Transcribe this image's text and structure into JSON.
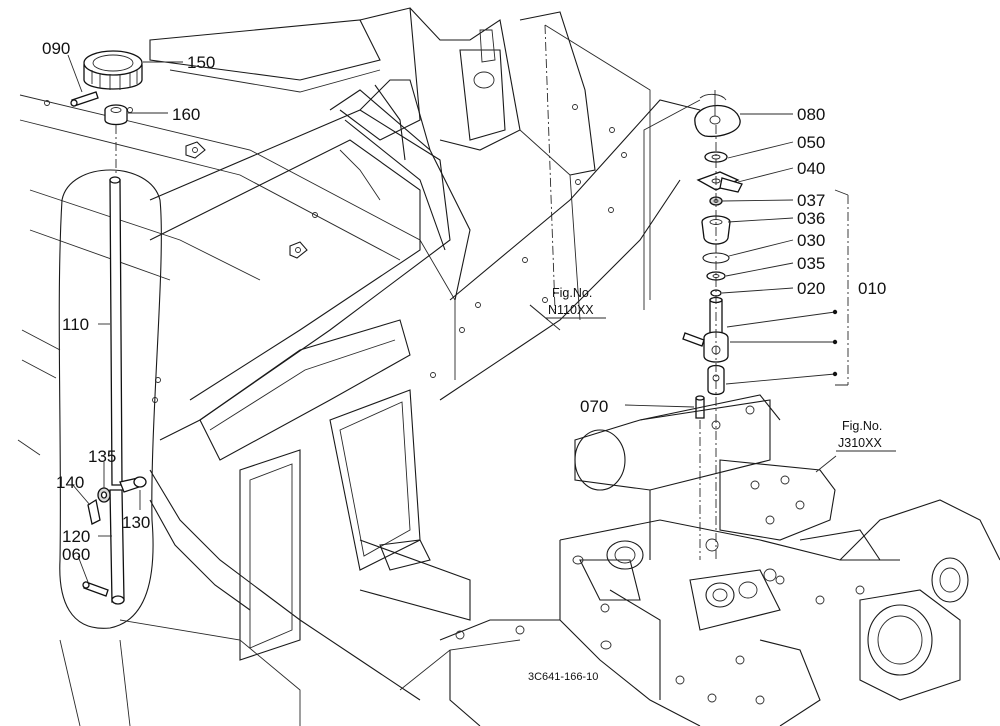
{
  "diagram": {
    "drawing_code": "3C641-166-10",
    "callouts": [
      {
        "id": "090",
        "text": "090"
      },
      {
        "id": "150",
        "text": "150"
      },
      {
        "id": "160",
        "text": "160"
      },
      {
        "id": "110",
        "text": "110"
      },
      {
        "id": "135",
        "text": "135"
      },
      {
        "id": "140",
        "text": "140"
      },
      {
        "id": "130",
        "text": "130"
      },
      {
        "id": "120",
        "text": "120"
      },
      {
        "id": "060",
        "text": "060"
      },
      {
        "id": "080",
        "text": "080"
      },
      {
        "id": "050",
        "text": "050"
      },
      {
        "id": "040",
        "text": "040"
      },
      {
        "id": "037",
        "text": "037"
      },
      {
        "id": "036",
        "text": "036"
      },
      {
        "id": "030",
        "text": "030"
      },
      {
        "id": "035",
        "text": "035"
      },
      {
        "id": "020",
        "text": "020"
      },
      {
        "id": "010",
        "text": "010"
      },
      {
        "id": "070",
        "text": "070"
      }
    ],
    "fig_refs": [
      {
        "label": "Fig.No.",
        "number": "N110XX"
      },
      {
        "label": "Fig.No.",
        "number": "J310XX"
      }
    ]
  }
}
